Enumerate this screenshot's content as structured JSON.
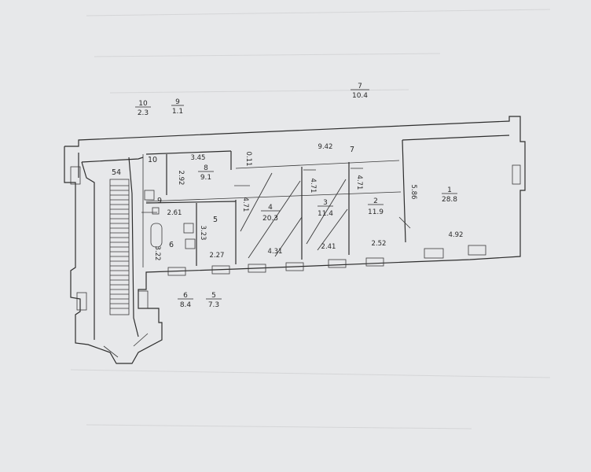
{
  "rooms": [
    {
      "num": "1",
      "area": "28.8"
    },
    {
      "num": "2",
      "area": "11.9"
    },
    {
      "num": "3",
      "area": "11.4"
    },
    {
      "num": "4",
      "area": "20.3"
    },
    {
      "num": "5",
      "area": "7.3"
    },
    {
      "num": "6",
      "area": "8.4"
    },
    {
      "num": "7",
      "area": "10.4"
    },
    {
      "num": "8",
      "area": "9.1"
    },
    {
      "num": "9",
      "area": "1.1"
    },
    {
      "num": "10",
      "area": "2.3"
    }
  ],
  "plan_labels": {
    "room5": "5",
    "room6": "6",
    "room7": "7",
    "room9": "9",
    "room10": "10",
    "stair_width": "54"
  },
  "dimensions": {
    "r8_width": "3.45",
    "r8_side": "2.92",
    "corr_a": "0.11",
    "corr_width": "9.42",
    "r4_side": "4.71",
    "r3_side": "4.71",
    "r2_side": "4.71",
    "r1_side": "5.86",
    "r6_width": "2.61",
    "r5_side": "3.23",
    "r6_side": "3.22",
    "r5_width": "2.27",
    "r4_width": "4.31",
    "r3_width": "2.41",
    "r2_width": "2.52",
    "r1_width": "4.92"
  },
  "icons": [
    "door-icon",
    "window-icon",
    "stair-icon",
    "hatch-pattern"
  ]
}
